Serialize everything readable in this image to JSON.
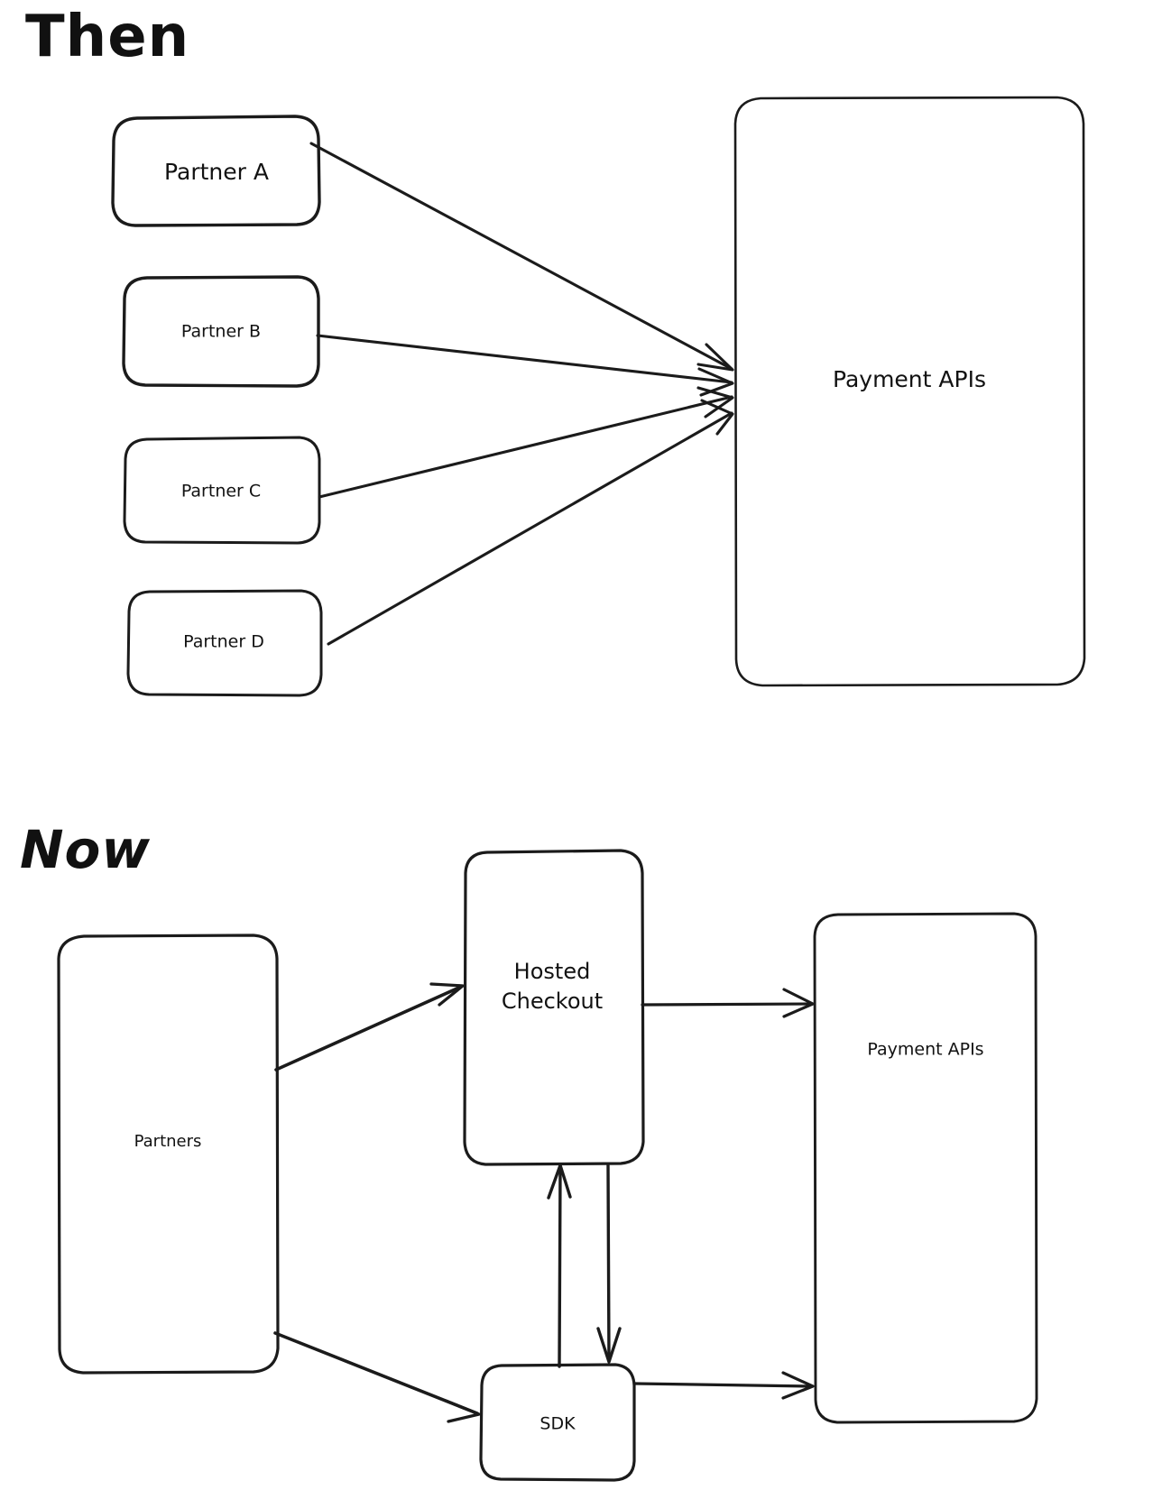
{
  "diagram": {
    "type": "flow-diagram",
    "style": "hand-drawn-sketch",
    "background_color": "#ffffff",
    "stroke_color": "#1b1b1b",
    "sections": [
      {
        "id": "then",
        "title": "Then",
        "nodes": [
          {
            "id": "partner-a",
            "label": "Partner A",
            "font_size": 25
          },
          {
            "id": "partner-b",
            "label": "Partner B",
            "font_size": 19
          },
          {
            "id": "partner-c",
            "label": "Partner C",
            "font_size": 19
          },
          {
            "id": "partner-d",
            "label": "Partner D",
            "font_size": 19
          },
          {
            "id": "then-payment-apis",
            "label": "Payment APIs",
            "font_size": 25
          }
        ],
        "edges": [
          {
            "from": "partner-a",
            "to": "then-payment-apis"
          },
          {
            "from": "partner-b",
            "to": "then-payment-apis"
          },
          {
            "from": "partner-c",
            "to": "then-payment-apis"
          },
          {
            "from": "partner-d",
            "to": "then-payment-apis"
          }
        ]
      },
      {
        "id": "now",
        "title": "Now",
        "nodes": [
          {
            "id": "partners",
            "label": "Partners",
            "font_size": 18
          },
          {
            "id": "hosted-checkout",
            "label": "Hosted Checkout",
            "label_line1": "Hosted",
            "label_line2": "Checkout",
            "font_size": 24
          },
          {
            "id": "sdk",
            "label": "SDK",
            "font_size": 19
          },
          {
            "id": "now-payment-apis",
            "label": "Payment APIs",
            "font_size": 19
          }
        ],
        "edges": [
          {
            "from": "partners",
            "to": "hosted-checkout"
          },
          {
            "from": "partners",
            "to": "sdk"
          },
          {
            "from": "hosted-checkout",
            "to": "now-payment-apis"
          },
          {
            "from": "sdk",
            "to": "now-payment-apis"
          },
          {
            "from": "sdk",
            "to": "hosted-checkout"
          },
          {
            "from": "hosted-checkout",
            "to": "sdk"
          }
        ]
      }
    ]
  }
}
